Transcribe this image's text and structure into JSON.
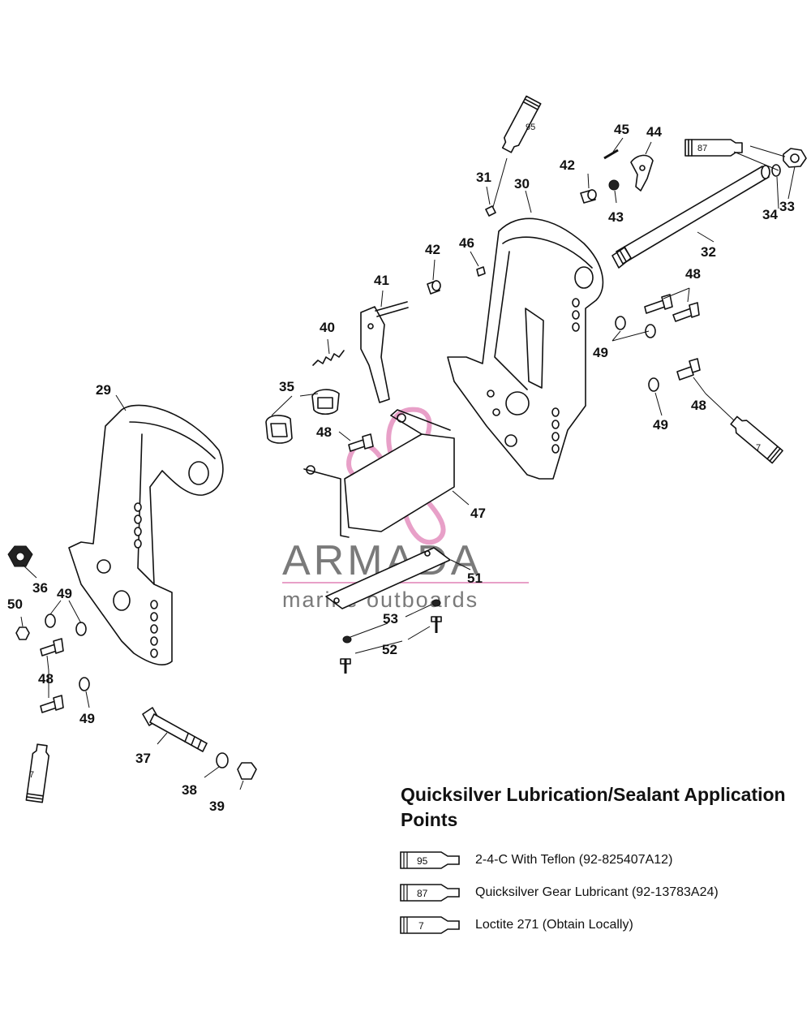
{
  "watermark": {
    "brand": "ARMADA",
    "tagline": "marine outboards",
    "accent_color": "#e8a0c8"
  },
  "part_numbers": {
    "p29": "29",
    "p30": "30",
    "p31": "31",
    "p32": "32",
    "p33": "33",
    "p34": "34",
    "p35": "35",
    "p36": "36",
    "p37": "37",
    "p38": "38",
    "p39": "39",
    "p40": "40",
    "p41": "41",
    "p42a": "42",
    "p42b": "42",
    "p43": "43",
    "p44": "44",
    "p45": "45",
    "p46": "46",
    "p47": "47",
    "p48a": "48",
    "p48b": "48",
    "p48c": "48",
    "p48d": "48",
    "p49a": "49",
    "p49b": "49",
    "p49c": "49",
    "p49d": "49",
    "p50": "50",
    "p51": "51",
    "p52": "52",
    "p53": "53"
  },
  "tube_callouts": {
    "t95": "95",
    "t87": "87",
    "t7a": "7",
    "t7b": "7"
  },
  "legend": {
    "title": "Quicksilver Lubrication/Sealant Application Points",
    "items": [
      {
        "code": "95",
        "text": "2-4-C  With Teflon (92-825407A12)"
      },
      {
        "code": "87",
        "text": "Quicksilver Gear Lubricant (92-13783A24)"
      },
      {
        "code": "7",
        "text": "Loctite 271 (Obtain Locally)"
      }
    ]
  }
}
